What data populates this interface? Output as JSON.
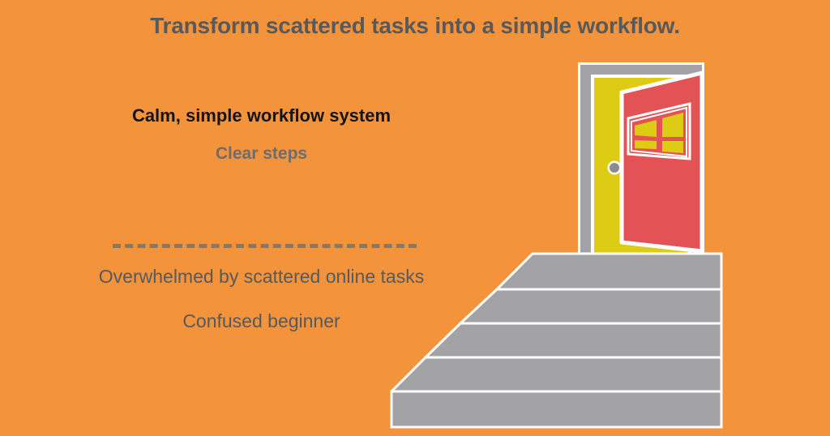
{
  "slide": {
    "background_color": "#F3933B",
    "title": "Transform scattered tasks into a simple workflow."
  },
  "positive_section": {
    "headline": "Calm, simple workflow system",
    "subline": "Clear steps"
  },
  "divider": {
    "style": "dashed",
    "color": "#7D7B76"
  },
  "negative_section": {
    "headline": "Overwhelmed by scattered online tasks",
    "subline": "Confused beginner"
  },
  "illustration": {
    "name": "open-door-at-top-of-stairs",
    "door_frame_color": "#A3A3A5",
    "door_panel_color": "#E35355",
    "doorway_color": "#DDCB14",
    "window_pane_color": "#DDCB14",
    "stairs_color": "#A3A3A5",
    "outline_color": "#FFFFFF",
    "knob_color": "#8B8B8D",
    "step_count": 5
  }
}
